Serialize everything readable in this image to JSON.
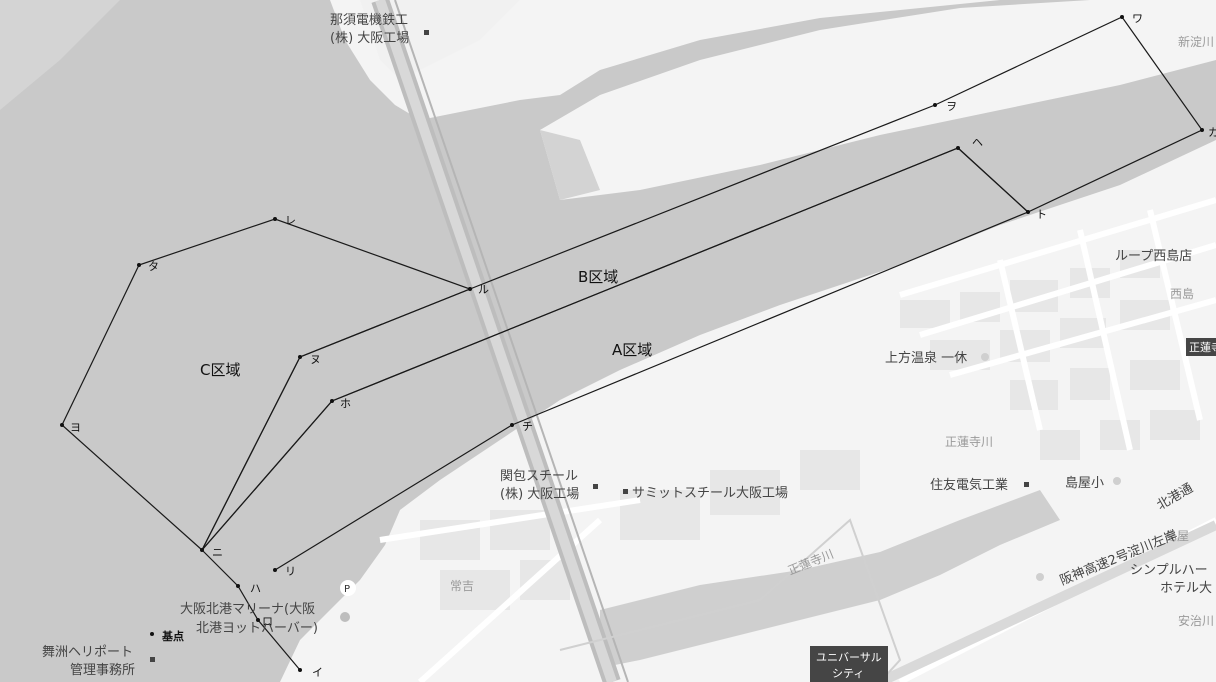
{
  "zones": [
    {
      "id": "A",
      "label": "A区域"
    },
    {
      "id": "B",
      "label": "B区域"
    },
    {
      "id": "C",
      "label": "C区域"
    }
  ],
  "points": {
    "i": "イ",
    "ro": "ロ",
    "ha": "ハ",
    "ni": "ニ",
    "ho": "ホ",
    "he": "ヘ",
    "to": "ト",
    "chi": "チ",
    "ri": "リ",
    "nu": "ヌ",
    "ru": "ル",
    "wo": "ヲ",
    "wa": "ワ",
    "ka": "カ",
    "yo": "ヨ",
    "ta": "タ",
    "re": "レ",
    "base": "基点"
  },
  "places": {
    "nasu_line1": "那須電機鉄工",
    "nasu_line2": "(株) 大阪工場",
    "kanpo_line1": "関包スチール",
    "kanpo_line2": "(株) 大阪工場",
    "summit": "サミットスチール大阪工場",
    "marina_line1": "大阪北港マリーナ(大阪",
    "marina_line2": "北港ヨットハーバー)",
    "heliport_line1": "舞洲ヘリポート",
    "heliport_line2": "管理事務所",
    "kamigata": "上方温泉 一休",
    "sumitomo": "住友電気工業",
    "loop": "ループ西島店",
    "nishijima": "西島",
    "shojoji_river": "正蓮寺川",
    "shojoji_river2": "正蓮寺川",
    "tsuneyoshi": "常吉",
    "shimaya_sho": "島屋小",
    "shimaya": "島屋",
    "expressway": "阪神高速2号淀川左岸",
    "kitako_dori": "北港通",
    "shinyodo": "新淀川",
    "simple_line1": "シンプルハー",
    "simple_line2": "ホテル大",
    "ajikawa": "安治川",
    "parking": "P",
    "usj_line1": "ユニバーサル",
    "usj_line2": "シティ",
    "shoren_badge": "正蓮寺"
  },
  "colors": {
    "water": "#c9c9c9",
    "land": "#f4f4f4",
    "block": "#e6e6e6",
    "road": "#ffffff",
    "line": "#1a1a1a",
    "badge": "#454545"
  }
}
